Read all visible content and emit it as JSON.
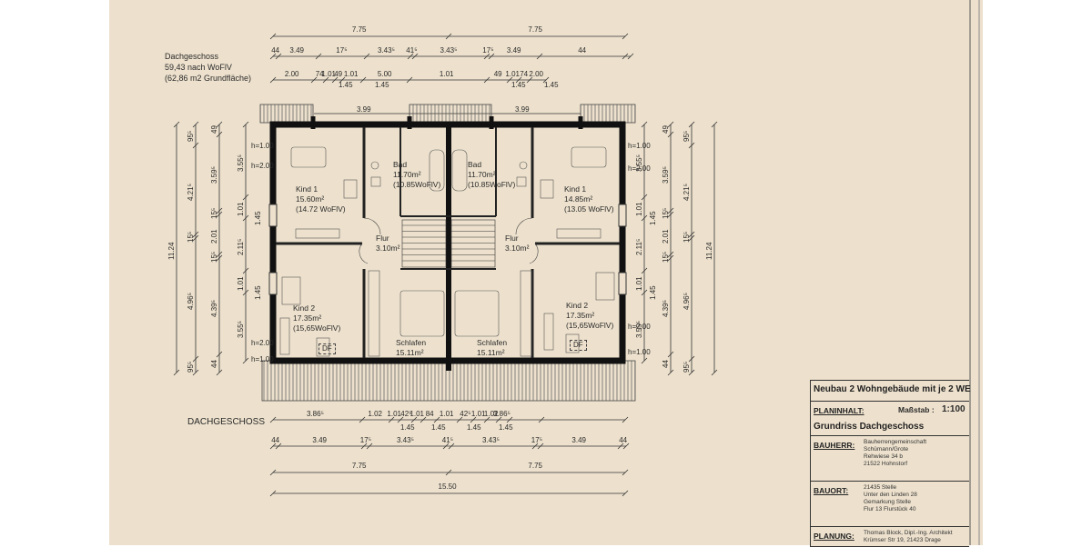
{
  "plan": {
    "heading": [
      "Dachgeschoss",
      "59,43 nach WoFlV",
      "(62,86 m2 Grundfläche)"
    ],
    "floor_label": "DACHGESCHOSS",
    "top_dims": {
      "row1": [
        "7.75",
        "7.75"
      ],
      "row2": [
        "44",
        "3.49",
        "17⁵",
        "3.43⁵",
        "41⁵",
        "3.43⁵",
        "17⁵",
        "3.49",
        "44"
      ],
      "row3": [
        "2.00",
        "74",
        "1.01",
        "49",
        "1.01",
        "5.00",
        "1.01",
        "49",
        "1.01",
        "74",
        "2.00"
      ],
      "row3_sub": [
        "1.45",
        "1.45",
        "1.45",
        "1.45"
      ],
      "inner": [
        "3.99",
        "3.99"
      ]
    },
    "bottom_dims": {
      "row1": [
        "3.86⁵",
        "1.02",
        "1.01",
        "42⁵",
        "1.01",
        "84",
        "1.01",
        "42⁵",
        "1.01",
        "1.02",
        "3.86⁵"
      ],
      "row1_sub": [
        "1.45",
        "1.45",
        "1.45",
        "1.45"
      ],
      "row2": [
        "44",
        "3.49",
        "17⁵",
        "3.43⁵",
        "41⁵",
        "3.43⁵",
        "17⁵",
        "3.49",
        "44"
      ],
      "row3": [
        "7.75",
        "7.75"
      ],
      "row4": [
        "15.50"
      ]
    },
    "left_dims": {
      "outer": "11.24",
      "col2": [
        "95⁵",
        "4.21⁵",
        "15⁵",
        "4.96⁵",
        "95⁵"
      ],
      "col3": [
        "49",
        "3.59⁵",
        "15⁵",
        "2.01",
        "15⁵",
        "4.39⁵",
        "44"
      ],
      "col4": [
        "3.55⁵",
        "1.01",
        "2.11⁵",
        "1.01",
        "3.55⁵"
      ],
      "col5": [
        "1.45",
        "1.45"
      ],
      "heights": [
        "h=1.00",
        "h=2.00",
        "h=2.00",
        "h=1.00"
      ]
    },
    "right_dims": {
      "outer": "11.24",
      "col2": [
        "95⁵",
        "4.21⁵",
        "15⁵",
        "4.96⁵",
        "95⁵"
      ],
      "col3": [
        "49",
        "3.59⁵",
        "15⁵",
        "2.01",
        "15⁵",
        "4.39⁵",
        "44"
      ],
      "col4": [
        "3.55⁵",
        "1.01",
        "2.11⁵",
        "1.01",
        "3.55⁵"
      ],
      "col5": [
        "1.45",
        "1.45"
      ],
      "heights": [
        "h=1.00",
        "h=2.00",
        "h=2.00",
        "h=1.00"
      ]
    },
    "rooms": {
      "kind1_left": [
        "Kind 1",
        "15.60m²",
        "(14.72 WoFlV)"
      ],
      "bad_left": [
        "Bad",
        "11.70m²",
        "(10.85WoFlV)"
      ],
      "bad_right": [
        "Bad",
        "11.70m²",
        "(10.85WoFlV)"
      ],
      "kind1_right": [
        "Kind 1",
        "14.85m²",
        "(13.05 WoFlV)"
      ],
      "flur_left": [
        "Flur",
        "3.10m²"
      ],
      "flur_right": [
        "Flur",
        "3.10m²"
      ],
      "kind2_left": [
        "Kind 2",
        "17.35m²",
        "(15,65WoFlV)"
      ],
      "kind2_right": [
        "Kind 2",
        "17.35m²",
        "(15,65WoFlV)"
      ],
      "schlafen_left": [
        "Schlafen",
        "15.11m²"
      ],
      "schlafen_right": [
        "Schlafen",
        "15.11m²"
      ],
      "df_left": "DF",
      "df_right": "DF"
    }
  },
  "title_block": {
    "project": "Neubau 2 Wohngebäude mit je 2 WE",
    "planinhalt_label": "PLANINHALT:",
    "massstab_label": "Maßstab :",
    "massstab_value": "1:100",
    "planinhalt_value": "Grundriss Dachgeschoss",
    "bauherr_label": "BAUHERR:",
    "bauherr_lines": [
      "Bauherrengemeinschaft",
      "Schümann/Grote",
      "Rehwiese 34 b",
      "21522 Hohnstorf"
    ],
    "bauort_label": "BAUORT:",
    "bauort_lines": [
      "21435 Stelle",
      "Unter den Linden 28",
      "Gemarkung Stelle",
      "Flur 13 Flurstück 40"
    ],
    "planung_label": "PLANUNG:",
    "planung_lines": [
      "Thomas Block, Dipl.-Ing. Architekt",
      "Krümser Str 19, 21423 Drage"
    ]
  }
}
